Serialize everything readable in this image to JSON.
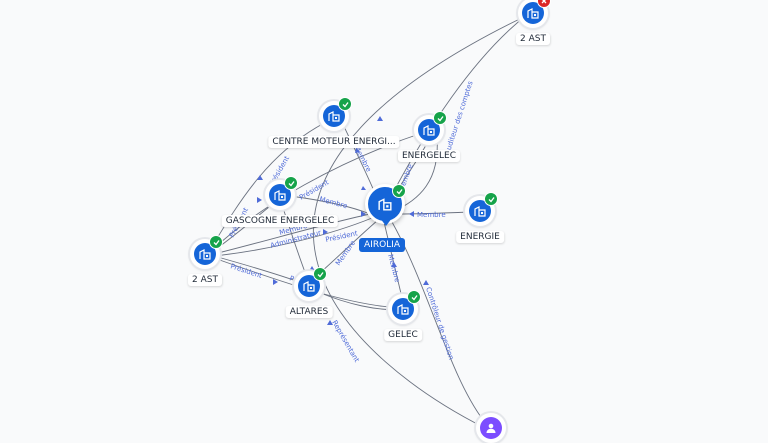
{
  "colors": {
    "company": "#1565d8",
    "person": "#7c4dff",
    "ok": "#16a34a",
    "ko": "#dc2626",
    "edge_label": "#4f6bd8"
  },
  "center": {
    "name": "AIROLIA",
    "icon": "building-icon",
    "status": "check-icon"
  },
  "nodes": {
    "ast_top": {
      "name": "2 AST",
      "icon": "building-icon",
      "status": "close-icon"
    },
    "centre_moteur": {
      "name": "CENTRE MOTEUR ENERGI...",
      "icon": "building-icon",
      "status": "check-icon"
    },
    "energelec": {
      "name": "ENERGELEC",
      "icon": "building-icon",
      "status": "check-icon"
    },
    "gascogne": {
      "name": "GASCOGNE ENERGELEC",
      "icon": "building-icon",
      "status": "check-icon"
    },
    "energie": {
      "name": "ENERGIE",
      "icon": "building-icon",
      "status": "check-icon"
    },
    "ast_left": {
      "name": "2 AST",
      "icon": "building-icon",
      "status": "check-icon"
    },
    "altares": {
      "name": "ALTARES",
      "icon": "building-icon",
      "status": "check-icon"
    },
    "gelec": {
      "name": "GELEC",
      "icon": "building-icon",
      "status": "check-icon"
    },
    "person": {
      "icon": "person-icon"
    }
  },
  "edge_labels": {
    "membre": "Membre",
    "president": "Président",
    "administrateur": "Administrateur",
    "representant": "Représentant",
    "controleur_gestion": "Contrôleur de gestion",
    "auditeur_comptes": "Auditeur des comptes"
  }
}
